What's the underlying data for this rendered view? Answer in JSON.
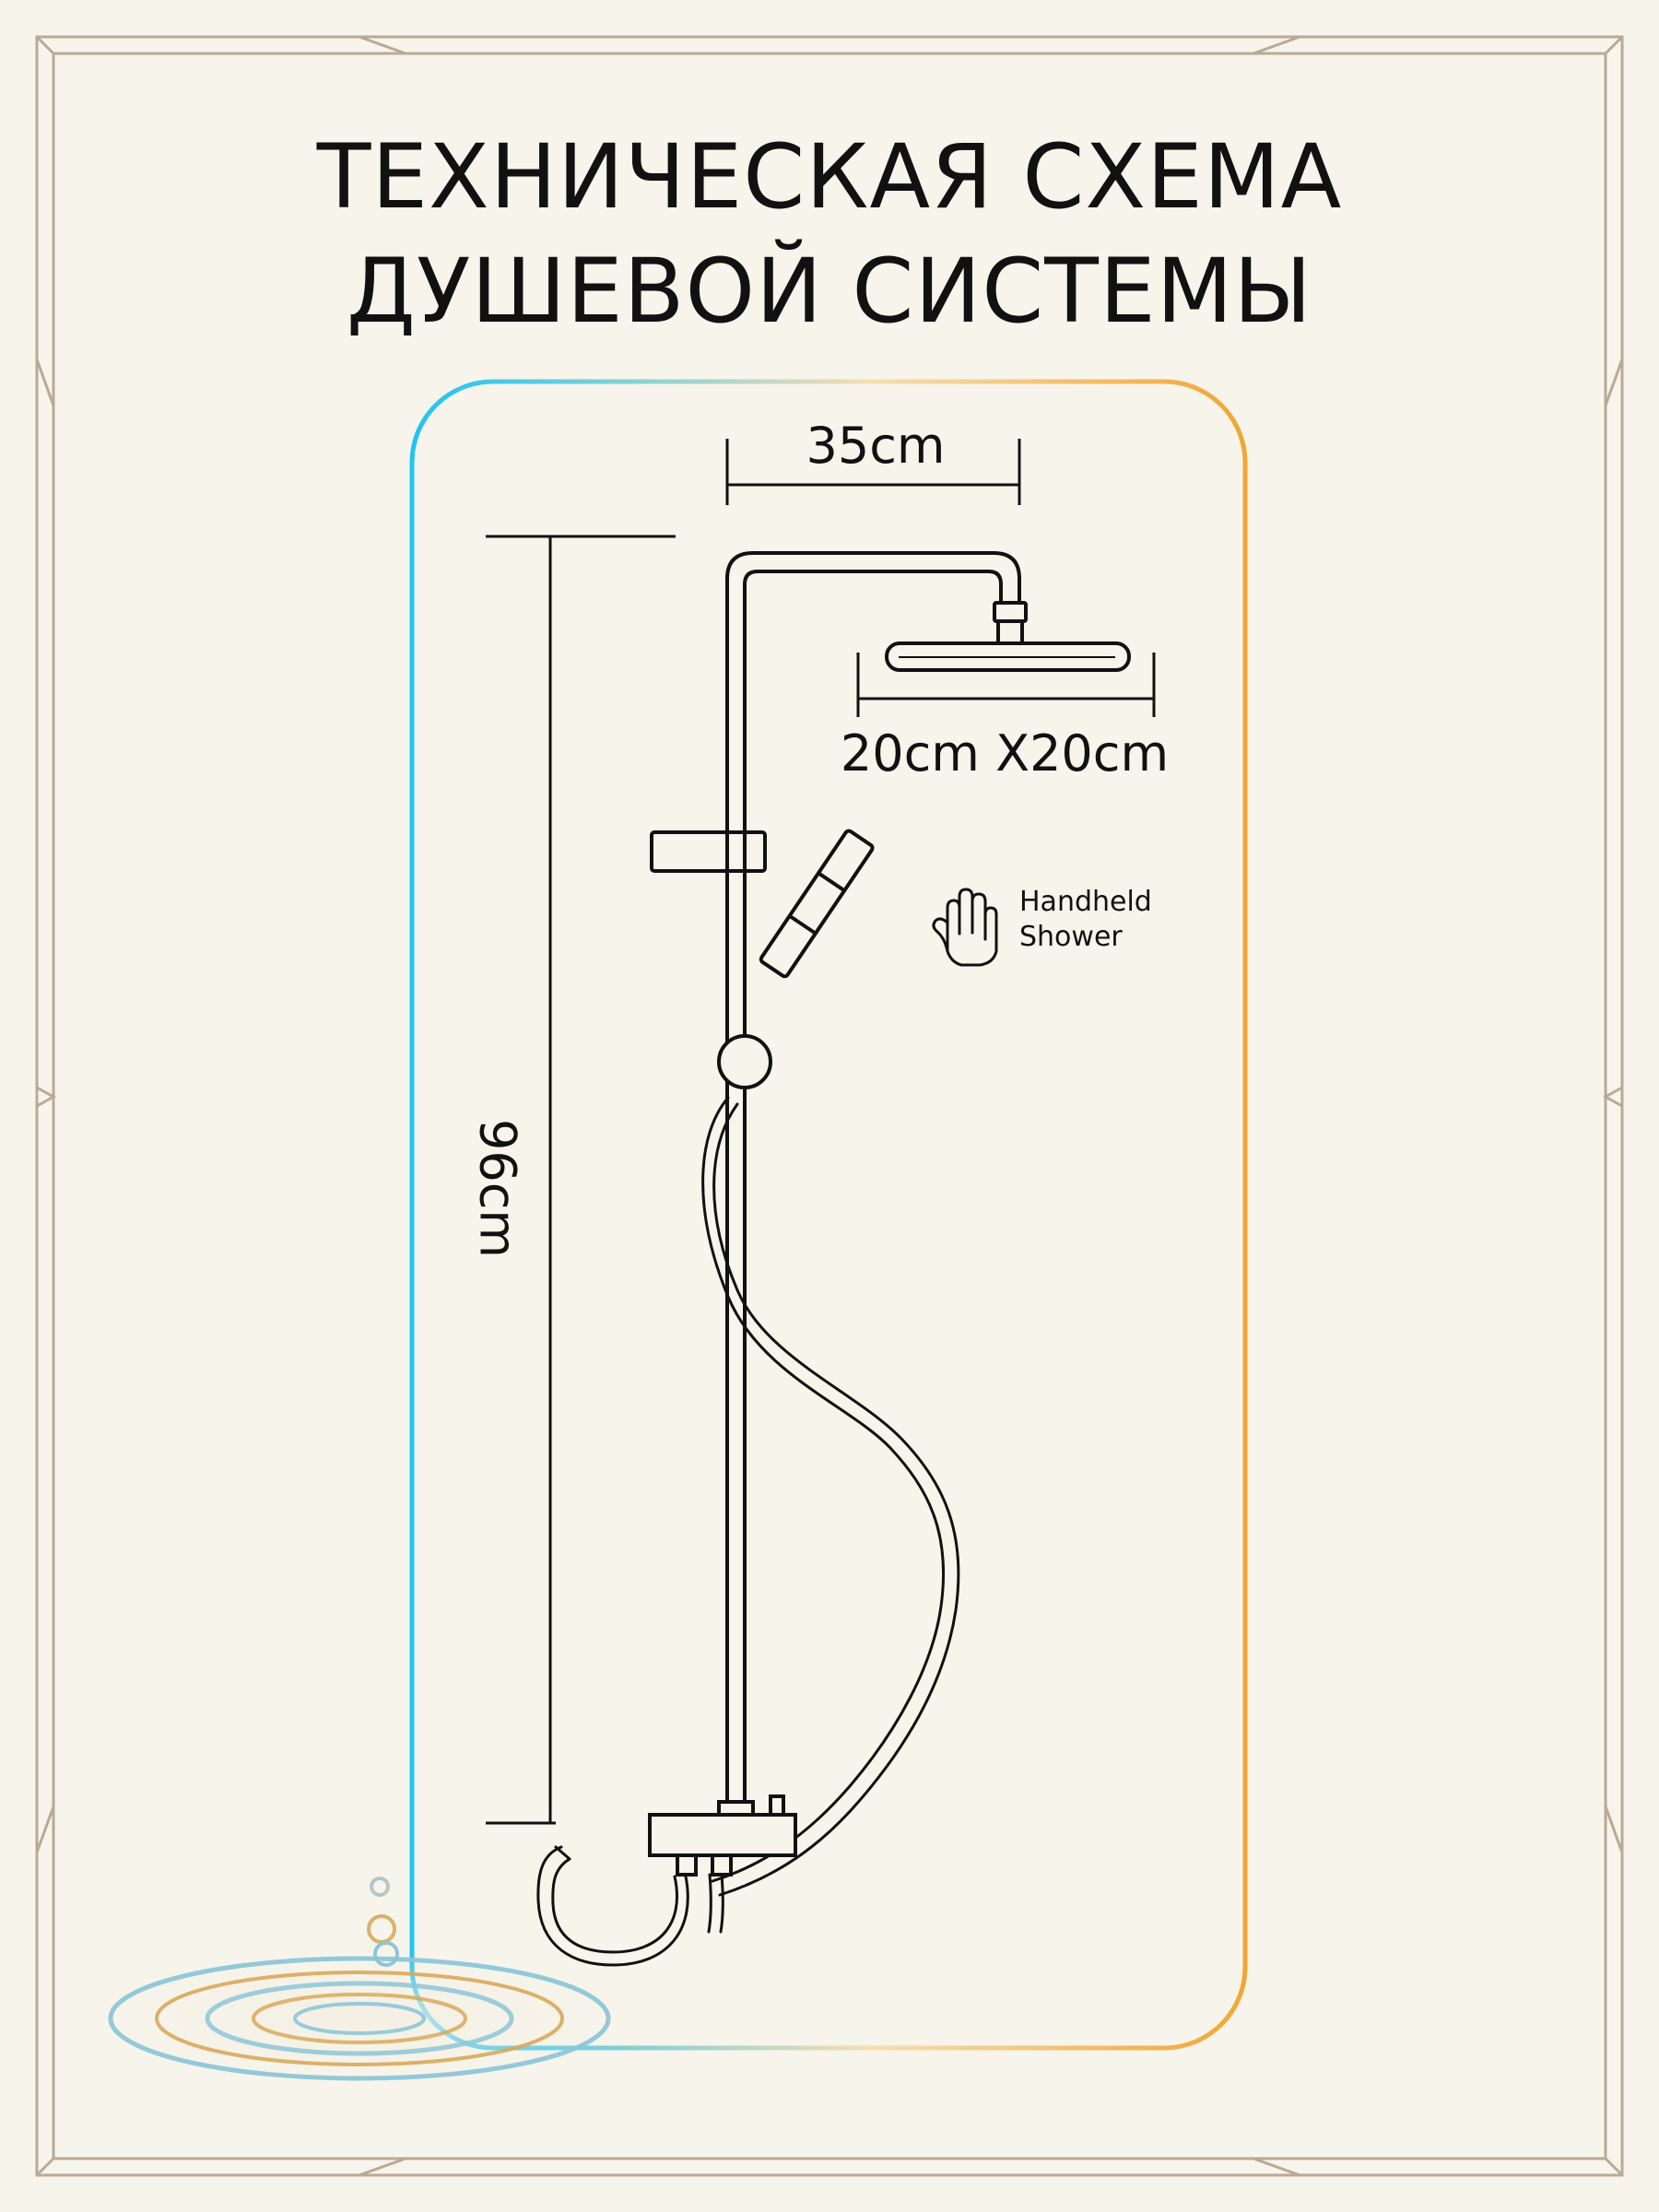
{
  "title": {
    "line1": "ТЕХНИЧЕСКАЯ СХЕМА",
    "line2": "ДУШЕВОЙ СИСТЕМЫ"
  },
  "dimensions": {
    "top_width": "35cm",
    "head_size": "20cm X20cm",
    "height": "96cm"
  },
  "annotation": {
    "handheld_line1": "Handheld",
    "handheld_line2": "Shower"
  },
  "icons": {
    "hand": "hand-icon",
    "water": "water-ripple-icon"
  },
  "colors": {
    "background": "#f7f4eb",
    "frame": "#b8aa94",
    "line": "#111111",
    "gradient_cyan": "#1fc4f2",
    "gradient_gold": "#f0a733",
    "water_blue": "#8dc6d8",
    "water_gold": "#d9a95b"
  }
}
